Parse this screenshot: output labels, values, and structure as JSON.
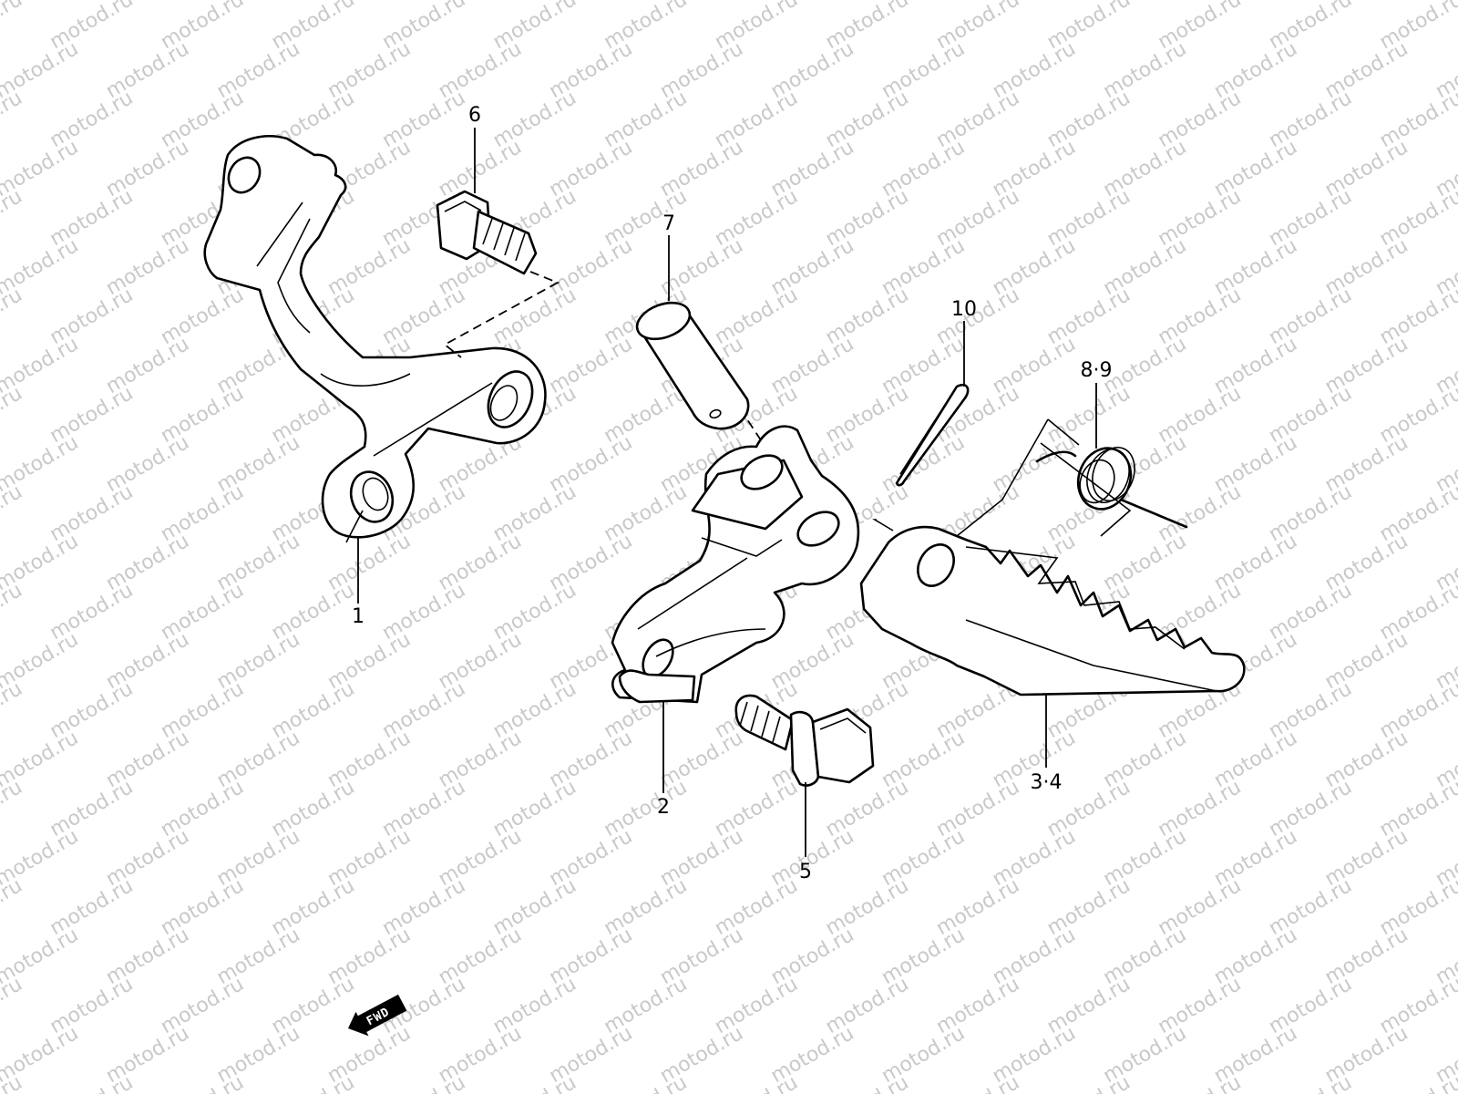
{
  "watermark": "motod.ru",
  "callouts": {
    "c1": "1",
    "c2": "2",
    "c34": "3·4",
    "c5": "5",
    "c6": "6",
    "c7": "7",
    "c89": "8·9",
    "c10": "10"
  },
  "fwd_label": "FWD",
  "colors": {
    "line": "#000000",
    "background": "#ffffff",
    "watermark": "#c9c9c9"
  }
}
